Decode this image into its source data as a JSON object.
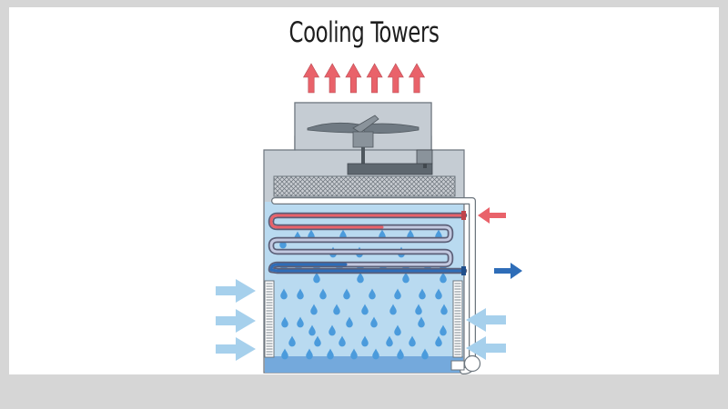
{
  "title": "Cooling Towers",
  "colors": {
    "page_background": "#d6d6d6",
    "canvas": "#ffffff",
    "tower_body": "#c5ccd3",
    "tower_outline": "#6d767e",
    "water_fill": "#b9daf0",
    "basin_water": "#74a9dc",
    "droplet": "#4b9bdc",
    "hot_air_arrow": "#e9626a",
    "hot_water_in": "#e9626a",
    "cold_water_out": "#2e6db8",
    "air_inlet_arrow": "#a6d0ec",
    "pipe": "#ffffff"
  },
  "icons": {
    "hot_air_exhaust": "arrow-up-icon",
    "hot_water_inlet": "arrow-left-icon",
    "cold_water_outlet": "arrow-right-icon",
    "air_intake_left": "arrow-right-icon",
    "air_intake_right": "arrow-left-icon",
    "fan": "fan-icon",
    "motor": "motor-icon",
    "drift_eliminator": "mesh-icon",
    "heat_exchange_coil": "coil-icon",
    "water_droplet": "droplet-icon",
    "recirculation_pump": "pump-icon",
    "air_louver": "louver-icon"
  },
  "components": {
    "exhaust_arrow_count": 6,
    "left_air_inlet_count": 3,
    "right_air_inlet_count": 2
  }
}
